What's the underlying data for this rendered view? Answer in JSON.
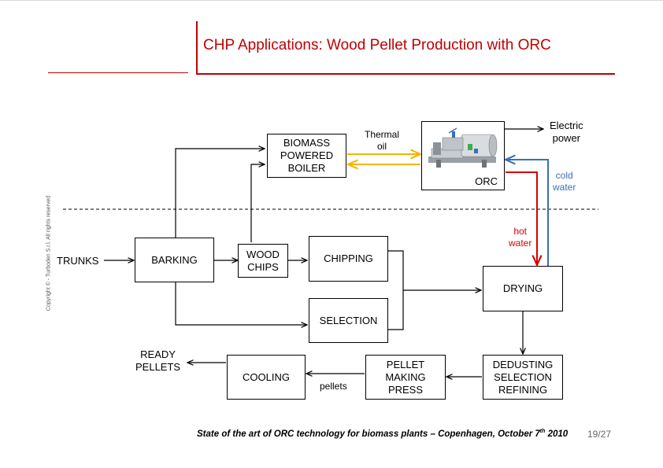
{
  "slide": {
    "title": "CHP Applications: Wood Pellet Production with ORC",
    "copyright": "Copyright ©  -  Turboden S.r.l. All rights reserved",
    "footer": {
      "text": "State of the art of ORC technology for biomass plants – Copenhagen, October 7",
      "superscript": "th",
      "year": " 2010",
      "page": "19/27"
    }
  },
  "diagram": {
    "nodes": {
      "trunks": "TRUNKS",
      "barking": "BARKING",
      "wood_chips": "WOOD\nCHIPS",
      "chipping": "CHIPPING",
      "selection": "SELECTION",
      "biomass_boiler": "BIOMASS\nPOWERED\nBOILER",
      "orc": "ORC",
      "drying": "DRYING",
      "dedusting": "DEDUSTING\nSELECTION\nREFINING",
      "pellet_press": "PELLET\nMAKING\nPRESS",
      "cooling": "COOLING",
      "ready_pellets": "READY\nPELLETS"
    },
    "labels": {
      "thermal_oil": "Thermal\noil",
      "electric_power": "Electric\npower",
      "cold_water": "cold\nwater",
      "hot_water": "hot\nwater",
      "pellets": "pellets"
    },
    "colors": {
      "thermal_oil": "#f5b400",
      "cold_water": "#3b6fb5",
      "hot_water": "#d40000",
      "title": "#c00000"
    }
  }
}
